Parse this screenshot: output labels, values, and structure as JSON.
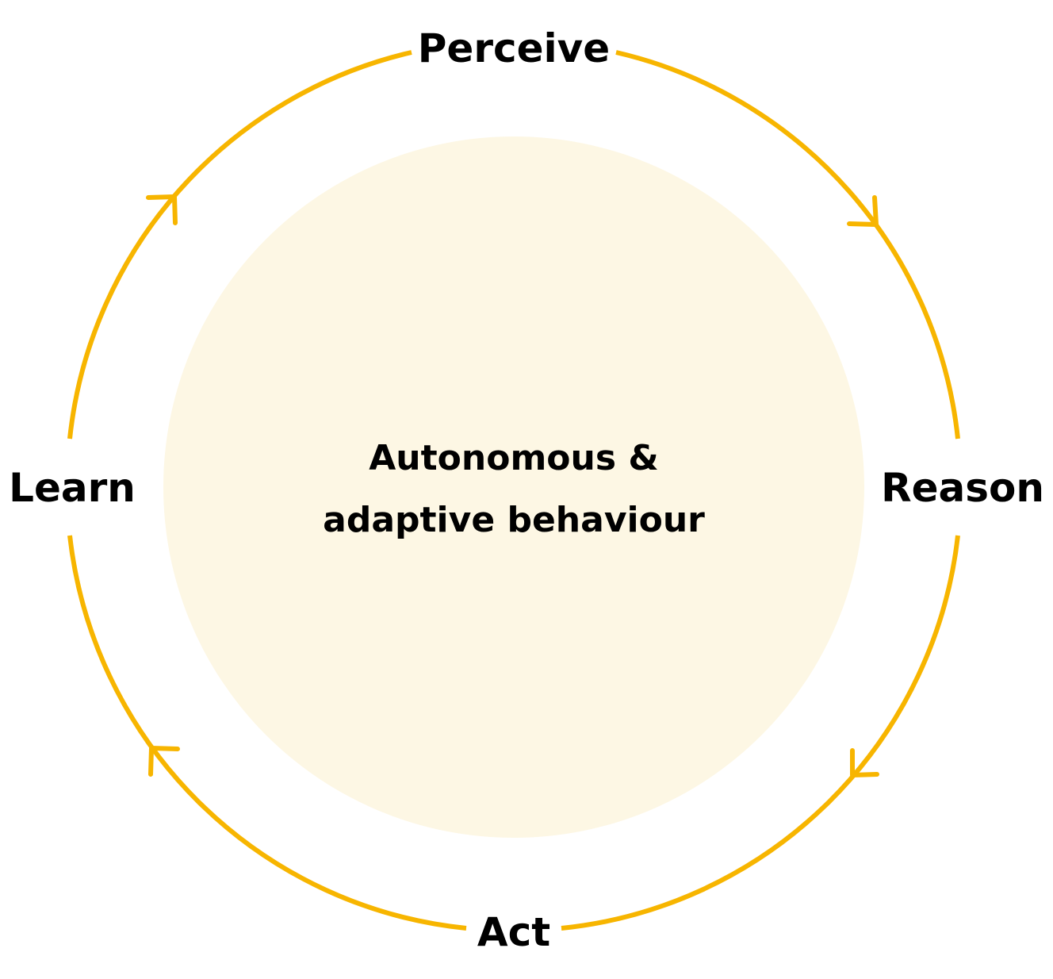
{
  "colors": {
    "ring": "#F7B500",
    "core_fill": "#FDF7E4",
    "text": "#000000",
    "background": "#FFFFFF"
  },
  "center": {
    "line1": "Autonomous &",
    "line2": "adaptive behaviour"
  },
  "stages": {
    "perceive": "Perceive",
    "reason": "Reason",
    "act": "Act",
    "learn": "Learn"
  },
  "flow_direction": "clockwise"
}
